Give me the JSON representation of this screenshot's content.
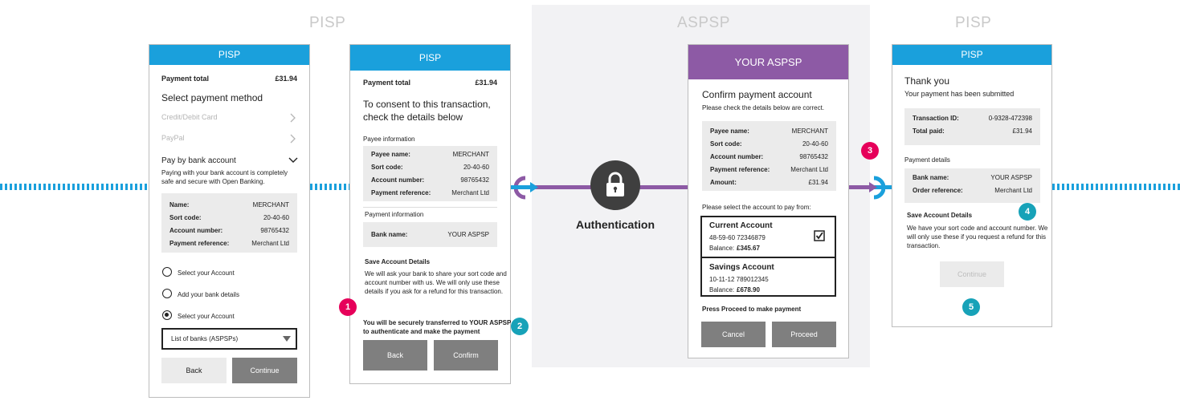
{
  "section_labels": {
    "left": "PISP",
    "middle": "ASPSP",
    "right": "PISP"
  },
  "colors": {
    "pisp_blue": "#1aa0dc",
    "aspsp_purple": "#8d5aa5",
    "badge_pink": "#e6005a",
    "badge_teal": "#17a2b8"
  },
  "screen1": {
    "header": "PISP",
    "payment_total_label": "Payment total",
    "payment_total_value": "£31.94",
    "select_method": "Select payment method",
    "option_card": "Credit/Debit Card",
    "option_paypal": "PayPal",
    "option_bank": "Pay by bank account",
    "bank_desc_1": "Paying with your bank account is completely",
    "bank_desc_2": "safe and secure with Open Banking.",
    "details": [
      {
        "label": "Name:",
        "value": "MERCHANT"
      },
      {
        "label": "Sort code:",
        "value": "20-40-60"
      },
      {
        "label": "Account number:",
        "value": "98765432"
      },
      {
        "label": "Payment reference:",
        "value": "Merchant Ltd"
      }
    ],
    "radio_1": "Select your Account",
    "radio_2": "Add your bank details",
    "radio_3": "Select your Account",
    "dropdown": "List of banks (ASPSPs)",
    "back": "Back",
    "continue": "Continue"
  },
  "screen2": {
    "header": "PISP",
    "payment_total_label": "Payment total",
    "payment_total_value": "£31.94",
    "consent_1": "To consent to this transaction,",
    "consent_2": "check the details below",
    "payee_title": "Payee information",
    "payee": [
      {
        "label": "Payee name:",
        "value": "MERCHANT"
      },
      {
        "label": "Sort code:",
        "value": "20-40-60"
      },
      {
        "label": "Account number:",
        "value": "98765432"
      },
      {
        "label": "Payment reference:",
        "value": "Merchant Ltd"
      }
    ],
    "payment_info_title": "Payment information",
    "bank_name_label": "Bank name:",
    "bank_name_value": "YOUR ASPSP",
    "save_title": "Save Account Details",
    "save_1": "We will ask your bank to share your sort code and",
    "save_2": "account number with us. We will only use these",
    "save_3": "details if you ask for a refund for this transaction.",
    "transfer_1": "You will be securely transferred to YOUR ASPSP",
    "transfer_2": "to authenticate and make the payment",
    "back": "Back",
    "confirm": "Confirm"
  },
  "auth_label": "Authentication",
  "screen3": {
    "header": "YOUR ASPSP",
    "title": "Confirm payment account",
    "subtitle": "Please check the details below are correct.",
    "details": [
      {
        "label": "Payee name:",
        "value": "MERCHANT"
      },
      {
        "label": "Sort code:",
        "value": "20-40-60"
      },
      {
        "label": "Account number:",
        "value": "98765432"
      },
      {
        "label": "Payment reference:",
        "value": "Merchant Ltd"
      },
      {
        "label": "Amount:",
        "value": "£31.94"
      }
    ],
    "select_text": "Please select the account to pay from:",
    "current_name": "Current Account",
    "current_numbers": "48-59-60  72346879",
    "current_balance_label": "Balance:",
    "current_balance_value": "£345.67",
    "savings_name": "Savings Account",
    "savings_numbers": "10-11-12  789012345",
    "savings_balance_label": "Balance:",
    "savings_balance_value": "£678.90",
    "proceed_text": "Press Proceed to make payment",
    "cancel": "Cancel",
    "proceed": "Proceed"
  },
  "screen4": {
    "header": "PISP",
    "thank_you": "Thank you",
    "submitted": "Your payment has been submitted",
    "transaction_label": "Transaction ID:",
    "transaction_value": "0-9328-472398",
    "total_label": "Total paid:",
    "total_value": "£31.94",
    "payment_details_title": "Payment details",
    "bank_label": "Bank name:",
    "bank_value": "YOUR ASPSP",
    "order_label": "Order reference:",
    "order_value": "Merchant Ltd",
    "save_title": "Save Account Details",
    "save_1": "We have your sort code and account number. We",
    "save_2": "will only use these if you request a refund for this",
    "save_3": "transaction.",
    "continue": "Continue"
  },
  "badges": [
    "1",
    "2",
    "3",
    "4",
    "5"
  ]
}
